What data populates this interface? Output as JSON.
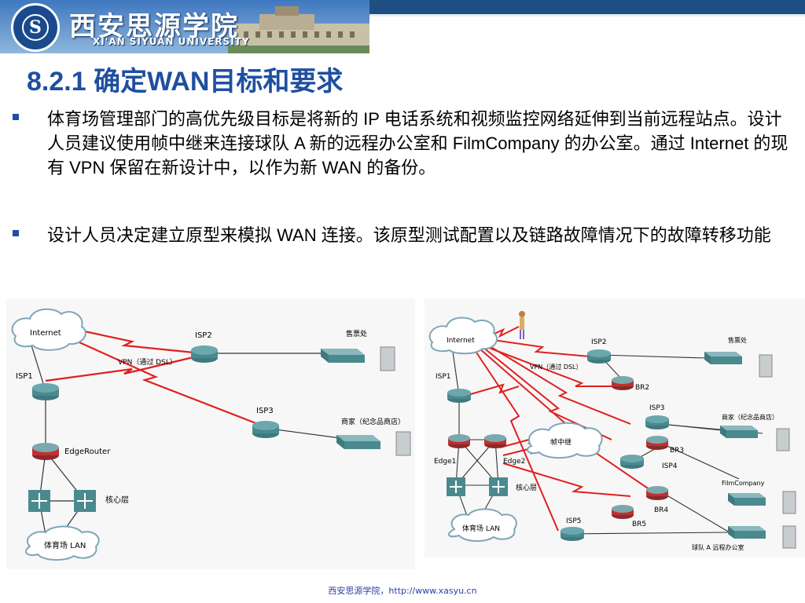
{
  "header": {
    "school_name_cn": "西安思源学院",
    "school_name_en": "XI'AN SIYUAN UNIVERSITY",
    "logo_letter": "S"
  },
  "title": "8.2.1 确定WAN目标和要求",
  "bullets": [
    "体育场管理部门的高优先级目标是将新的 IP 电话系统和视频监控网络延伸到当前远程站点。设计人员建议使用帧中继来连接球队 A 新的远程办公室和 FilmCompany 的办公室。通过 Internet 的现有 VPN 保留在新设计中，以作为新 WAN 的备份。",
    "设计人员决定建立原型来模拟 WAN 连接。该原型测试配置以及链路故障情况下的故障转移功能"
  ],
  "left_diagram": {
    "internet": "Internet",
    "isp1": "ISP1",
    "isp2": "ISP2",
    "isp3": "ISP3",
    "vpn": "VPN（通过 DSL）",
    "ticket": "售票处",
    "shop": "商家（纪念品商店）",
    "edge_router": "EdgeRouter",
    "core": "核心层",
    "lan": "体育场 LAN"
  },
  "right_diagram": {
    "internet": "Internet",
    "isp1": "ISP1",
    "isp2": "ISP2",
    "isp3": "ISP3",
    "isp4": "ISP4",
    "isp5": "ISP5",
    "vpn": "VPN（通过 DSL）",
    "ticket": "售票处",
    "shop": "商家（纪念品商店）",
    "br2": "BR2",
    "br3": "BR3",
    "br4": "BR4",
    "br5": "BR5",
    "frame_relay": "帧中继",
    "edge1": "Edge1",
    "edge2": "Edge2",
    "core": "核心层",
    "lan": "体育场 LAN",
    "filmcompany": "FilmCompany",
    "team_a": "球队 A 远程办公室"
  },
  "footer": "西安思源学院，http://www.xasyu.cn",
  "colors": {
    "title": "#1f4fa0",
    "wan_link": "#e02020",
    "router": "#4a8a8f",
    "edge_router": "#c03030"
  }
}
